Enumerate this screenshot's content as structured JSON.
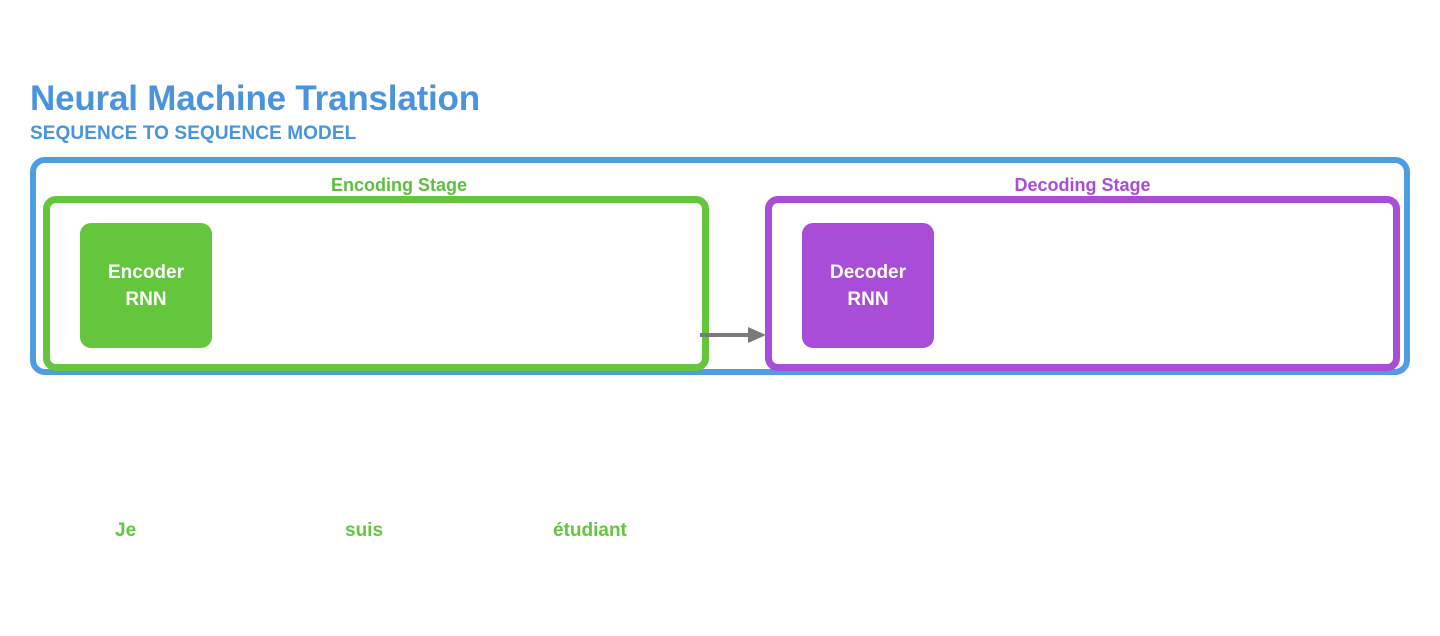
{
  "header": {
    "title": "Neural Machine Translation",
    "subtitle": "SEQUENCE TO SEQUENCE MODEL"
  },
  "colors": {
    "title_blue": "#4a93dd",
    "frame_blue": "#4d9de0",
    "encoder_green": "#63c63c",
    "decoder_purple": "#a94dd8",
    "arrow_gray": "#7a7a7a",
    "block_text": "#ffffff",
    "background": "#ffffff"
  },
  "model": {
    "encoding_stage": {
      "label": "Encoding Stage",
      "block": {
        "line1": "Encoder",
        "line2": "RNN"
      }
    },
    "decoding_stage": {
      "label": "Decoding Stage",
      "block": {
        "line1": "Decoder",
        "line2": "RNN"
      }
    },
    "connector": {
      "icon": "arrow-right-icon",
      "direction": "encoder-to-decoder"
    }
  },
  "source_sentence": {
    "language": "french",
    "words": [
      {
        "text": "Je"
      },
      {
        "text": "suis"
      },
      {
        "text": "étudiant"
      }
    ]
  }
}
